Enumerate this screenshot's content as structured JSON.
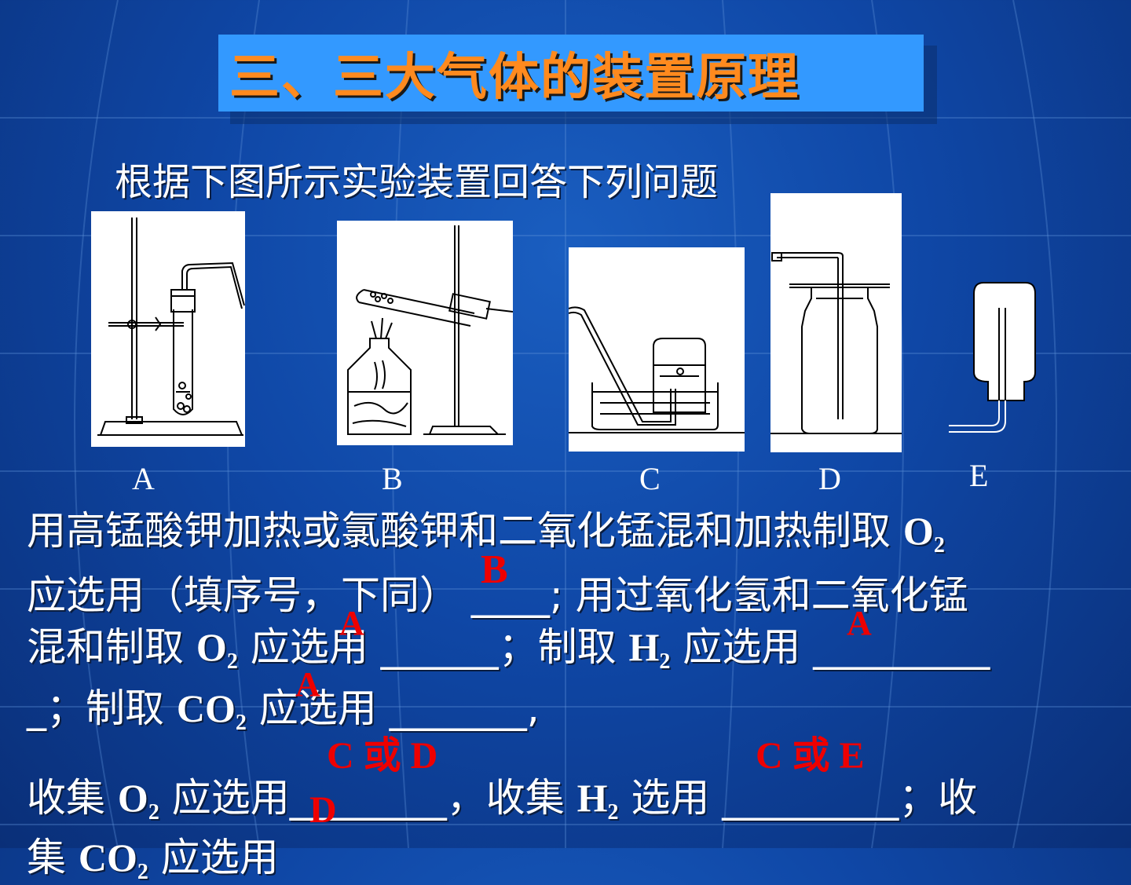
{
  "title": "三、三大气体的装置原理",
  "subtitle": "根据下图所示实验装置回答下列问题",
  "apparatus_labels": [
    "A",
    "B",
    "C",
    "D",
    "E"
  ],
  "question": {
    "l1_text": "用高锰酸钾加热或氯酸钾和二氧化锰混和加热制取 ",
    "l1_f": "O",
    "l1_sub": "2",
    "l2_text": "应选用（填序号，下同） ____; 用过氧化氢和二氧化锰",
    "l3_a": "混和制取 ",
    "l3_f1": "O",
    "l3_sub1": "2",
    "l3_b": " 应选用 ______；制取 ",
    "l3_f2": "H",
    "l3_sub2": "2",
    "l3_c": " 应选用 _________",
    "l4_a": "_；制取 ",
    "l4_f": "CO",
    "l4_sub": "2",
    "l4_b": " 应选用 _______,",
    "l5_a": "收集 ",
    "l5_f1": "O",
    "l5_sub1": "2",
    "l5_b": " 应选用________，收集 ",
    "l5_f2": "H",
    "l5_sub2": "2",
    "l5_c": " 选用 _________；收",
    "l6_a": "集 ",
    "l6_f": "CO",
    "l6_sub": "2",
    "l6_b": " 应选用"
  },
  "answers": {
    "o2_heating": "B",
    "o2_peroxide": "A",
    "h2": "A",
    "co2": "A",
    "o2_collect": "C 或 D",
    "h2_collect": "C 或 E",
    "co2_collect": "D"
  },
  "colors": {
    "background": "#0f47a6",
    "title_box": "#3399ff",
    "title_text": "#ff8a1e",
    "answer": "#ee0000"
  }
}
